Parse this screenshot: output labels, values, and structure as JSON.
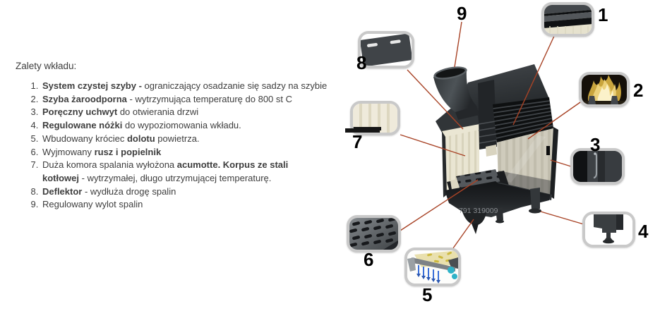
{
  "advantages": {
    "heading": "Zalety wkładu:",
    "items": [
      {
        "segments": [
          {
            "text": "System czystej szyby - ",
            "bold": true
          },
          {
            "text": "ograniczający osadzanie się sadzy na szybie",
            "bold": false
          }
        ]
      },
      {
        "segments": [
          {
            "text": "Szyba żaroodporna",
            "bold": true
          },
          {
            "text": " - wytrzymująca temperaturę do 800 st C",
            "bold": false
          }
        ]
      },
      {
        "segments": [
          {
            "text": "Poręczny uchwyt",
            "bold": true
          },
          {
            "text": " do otwierania drzwi",
            "bold": false
          }
        ]
      },
      {
        "segments": [
          {
            "text": "Regulowane nóżki",
            "bold": true
          },
          {
            "text": " do wypoziomowania wkładu.",
            "bold": false
          }
        ]
      },
      {
        "segments": [
          {
            "text": "Wbudowany króciec ",
            "bold": false
          },
          {
            "text": "dolotu",
            "bold": true
          },
          {
            "text": " powietrza.",
            "bold": false
          }
        ]
      },
      {
        "segments": [
          {
            "text": "Wyjmowany ",
            "bold": false
          },
          {
            "text": "rusz i popielnik",
            "bold": true
          }
        ]
      },
      {
        "segments": [
          {
            "text": "Duża komora spalania wyłożona ",
            "bold": false
          },
          {
            "text": "acumotte. Korpus ze stali kotłowej",
            "bold": true
          },
          {
            "text": " - wytrzymałej, długo utrzymującej temperaturę.",
            "bold": false
          }
        ]
      },
      {
        "segments": [
          {
            "text": "Deflektor",
            "bold": true
          },
          {
            "text": " - wydłuża drogę spalin",
            "bold": false
          }
        ]
      },
      {
        "segments": [
          {
            "text": "Regulowany wylot spalin",
            "bold": false
          }
        ]
      }
    ]
  },
  "callouts": {
    "n1": "1",
    "n2": "2",
    "n3": "3",
    "n4": "4",
    "n5": "5",
    "n6": "6",
    "n7": "7",
    "n8": "8",
    "n9": "9"
  },
  "watermark": "791 319009",
  "colors": {
    "leader_line": "#a84326",
    "body_dark": "#26292c",
    "cream": "#e7e3cf",
    "thumb_border": "#c9c9c9"
  }
}
